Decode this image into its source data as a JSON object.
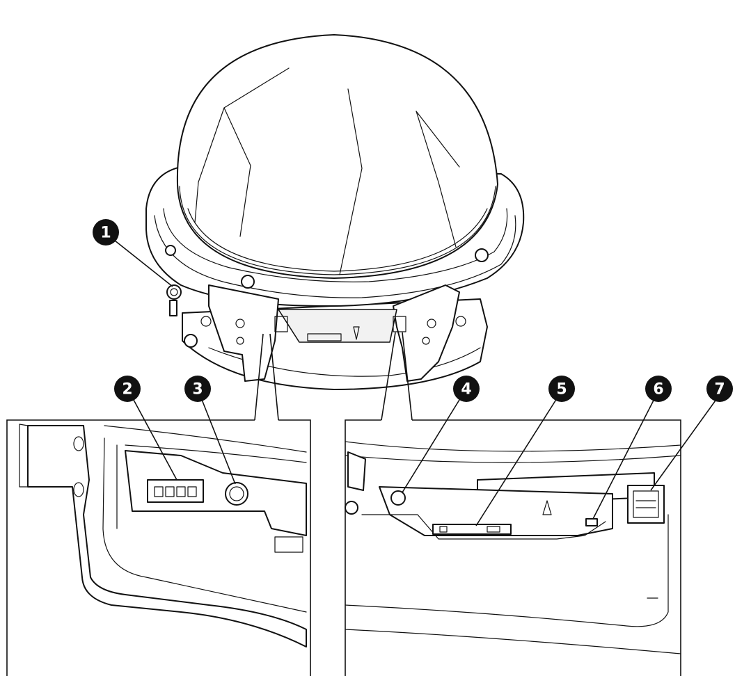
{
  "callouts": [
    {
      "id": "callout-1",
      "number": "1"
    },
    {
      "id": "callout-2",
      "number": "2"
    },
    {
      "id": "callout-3",
      "number": "3"
    },
    {
      "id": "callout-4",
      "number": "4"
    },
    {
      "id": "callout-5",
      "number": "5"
    },
    {
      "id": "callout-6",
      "number": "6"
    },
    {
      "id": "callout-7",
      "number": "7"
    }
  ]
}
